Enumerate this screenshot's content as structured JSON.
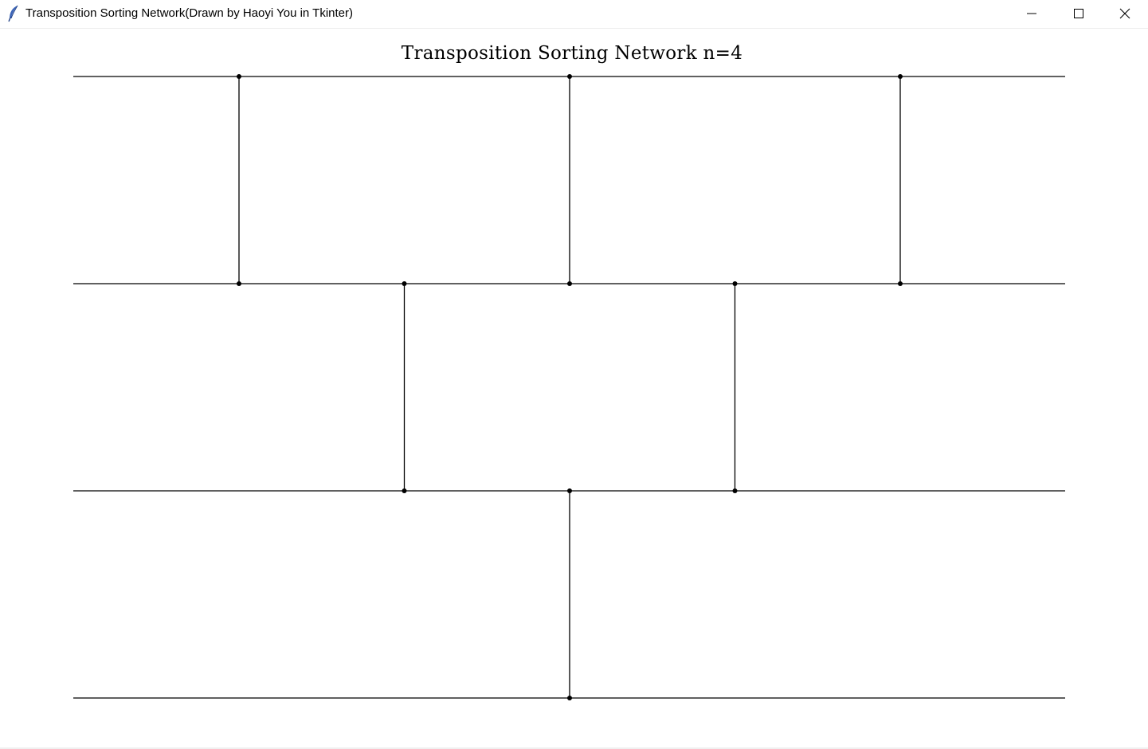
{
  "window": {
    "title": "Transposition Sorting Network(Drawn by Haoyi You in Tkinter)",
    "app_icon": "feather-icon",
    "controls": {
      "minimize_icon": "minimize-icon",
      "maximize_icon": "maximize-icon",
      "close_icon": "close-icon"
    }
  },
  "diagram": {
    "title": "Transposition Sorting Network n=4",
    "wire_count": 4,
    "stage_count": 5,
    "comparators": [
      {
        "stage": 1,
        "wires": [
          1,
          2
        ]
      },
      {
        "stage": 2,
        "wires": [
          2,
          3
        ]
      },
      {
        "stage": 3,
        "wires": [
          1,
          2
        ]
      },
      {
        "stage": 3,
        "wires": [
          3,
          4
        ]
      },
      {
        "stage": 4,
        "wires": [
          2,
          3
        ]
      },
      {
        "stage": 5,
        "wires": [
          1,
          2
        ]
      }
    ],
    "colors": {
      "line": "#000000",
      "background": "#ffffff"
    }
  }
}
